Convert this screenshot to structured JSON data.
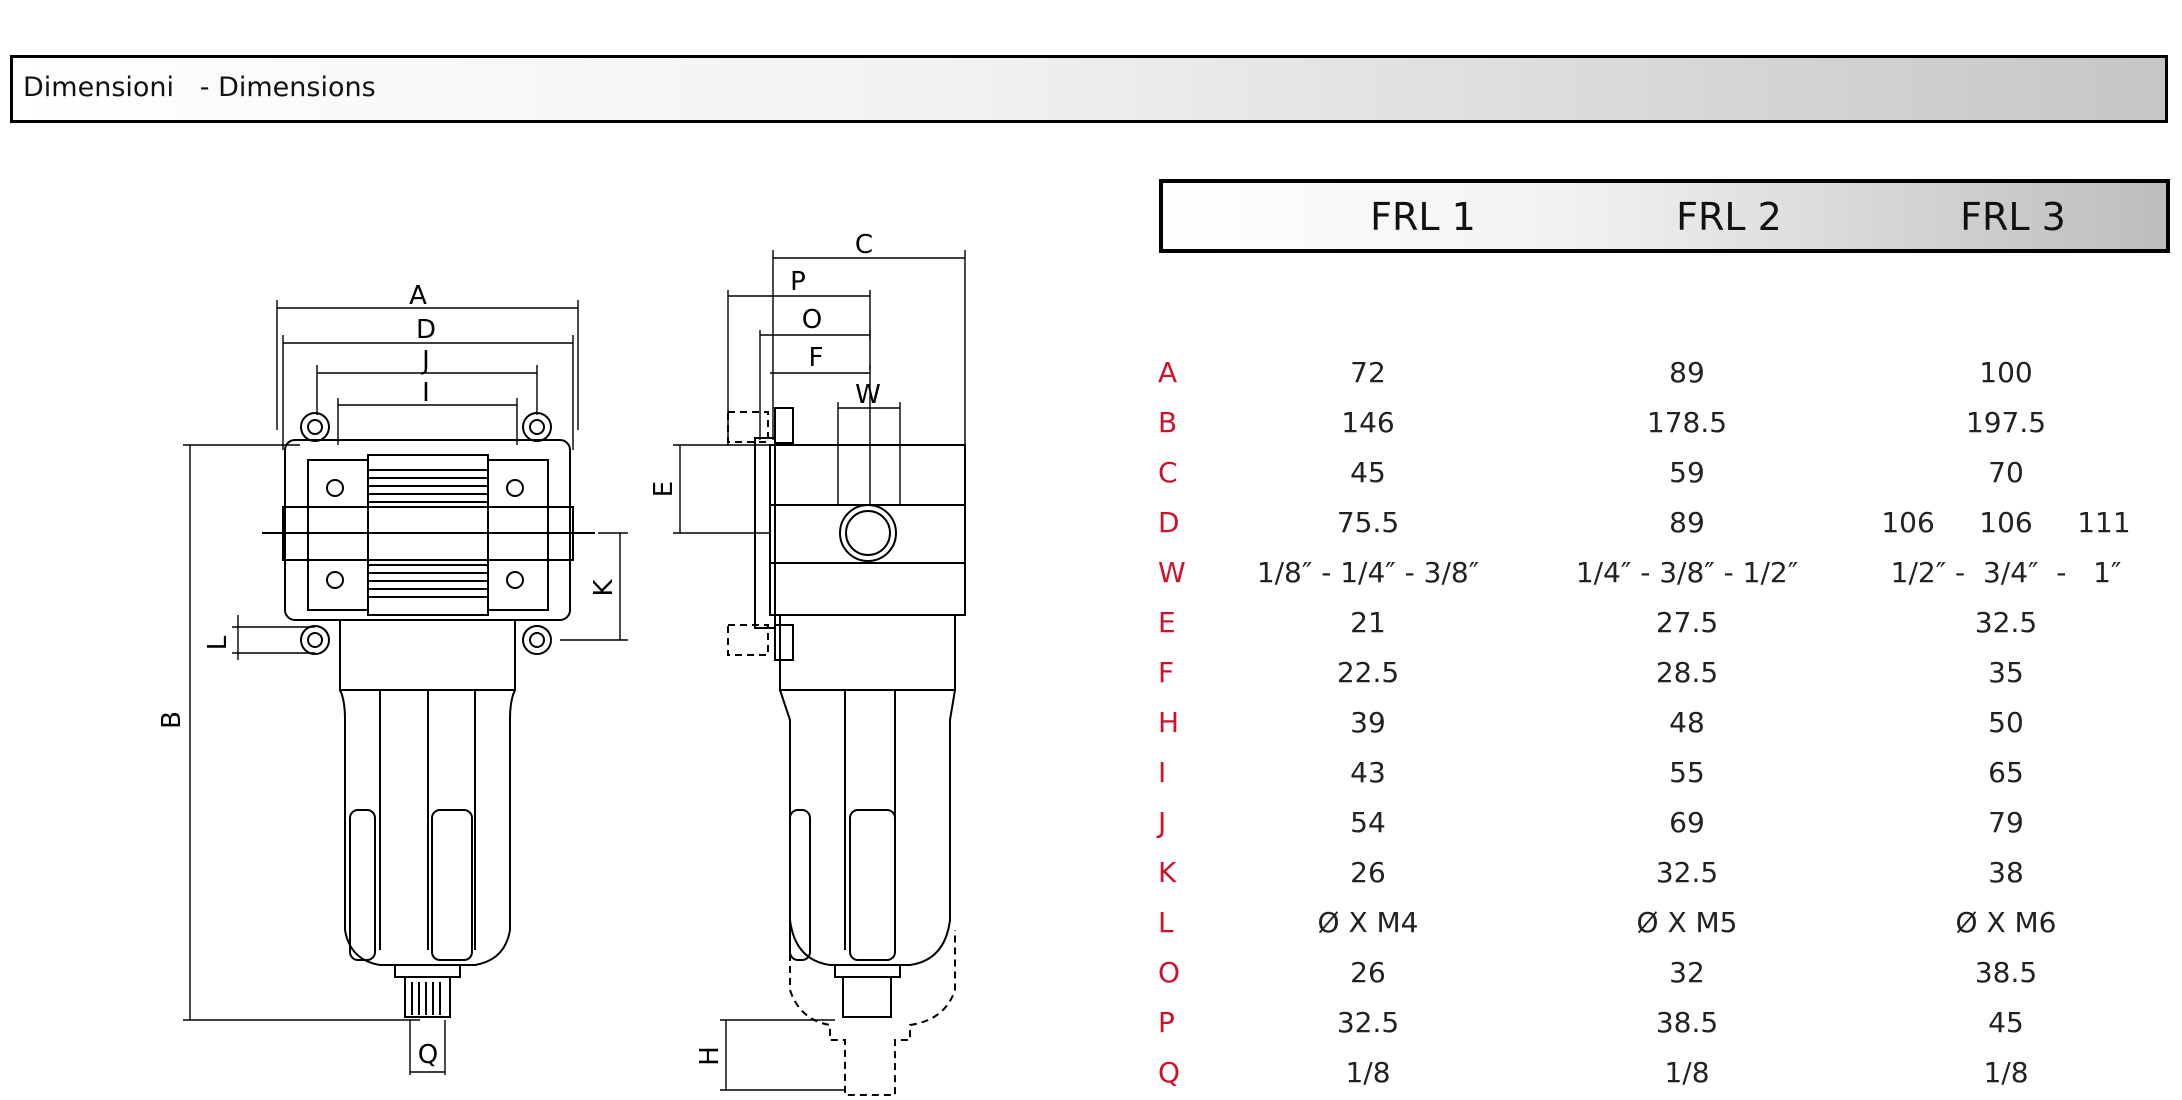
{
  "section": {
    "title": "Dimensioni   - Dimensions"
  },
  "table": {
    "columns": [
      "FRL 1",
      "FRL 2",
      "FRL 3"
    ],
    "rows": [
      {
        "key": "A",
        "v": [
          "72",
          "89",
          "100"
        ]
      },
      {
        "key": "B",
        "v": [
          "146",
          "178.5",
          "197.5"
        ]
      },
      {
        "key": "C",
        "v": [
          "45",
          "59",
          "70"
        ]
      },
      {
        "key": "D",
        "v": [
          "75.5",
          "89",
          "106     106     111"
        ]
      },
      {
        "key": "W",
        "v": [
          "1/8″ - 1/4″ - 3/8″",
          "1/4″ - 3/8″ - 1/2″",
          "1/2″ -  3/4″  -   1″"
        ]
      },
      {
        "key": "E",
        "v": [
          "21",
          "27.5",
          "32.5"
        ]
      },
      {
        "key": "F",
        "v": [
          "22.5",
          "28.5",
          "35"
        ]
      },
      {
        "key": "H",
        "v": [
          "39",
          "48",
          "50"
        ]
      },
      {
        "key": "I",
        "v": [
          "43",
          "55",
          "65"
        ]
      },
      {
        "key": "J",
        "v": [
          "54",
          "69",
          "79"
        ]
      },
      {
        "key": "K",
        "v": [
          "26",
          "32.5",
          "38"
        ]
      },
      {
        "key": "L",
        "v": [
          "Ø X M4",
          "Ø X M5",
          "Ø X M6"
        ]
      },
      {
        "key": "O",
        "v": [
          "26",
          "32",
          "38.5"
        ]
      },
      {
        "key": "P",
        "v": [
          "32.5",
          "38.5",
          "45"
        ]
      },
      {
        "key": "Q",
        "v": [
          "1/8",
          "1/8",
          "1/8"
        ]
      }
    ]
  },
  "drawing_labels": {
    "A": "A",
    "D": "D",
    "J": "J",
    "I": "I",
    "B": "B",
    "K": "K",
    "L": "L",
    "Q": "Q",
    "C": "C",
    "P": "P",
    "O": "O",
    "F": "F",
    "W": "W",
    "E": "E",
    "H": "H"
  },
  "colors": {
    "key_red": "#d0112b",
    "line": "#000000"
  }
}
